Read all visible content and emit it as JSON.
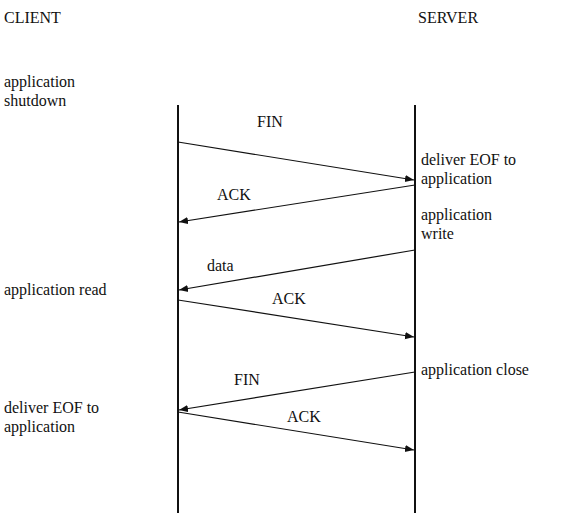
{
  "diagram": {
    "labels": [
      "CLIENT",
      "SERVER",
      "application shutdown",
      "FIN",
      "deliver EOF to application",
      "ACK",
      "application write",
      "data",
      "application read",
      "ACK",
      "application close",
      "FIN",
      "deliver EOF to application",
      "ACK"
    ]
  }
}
